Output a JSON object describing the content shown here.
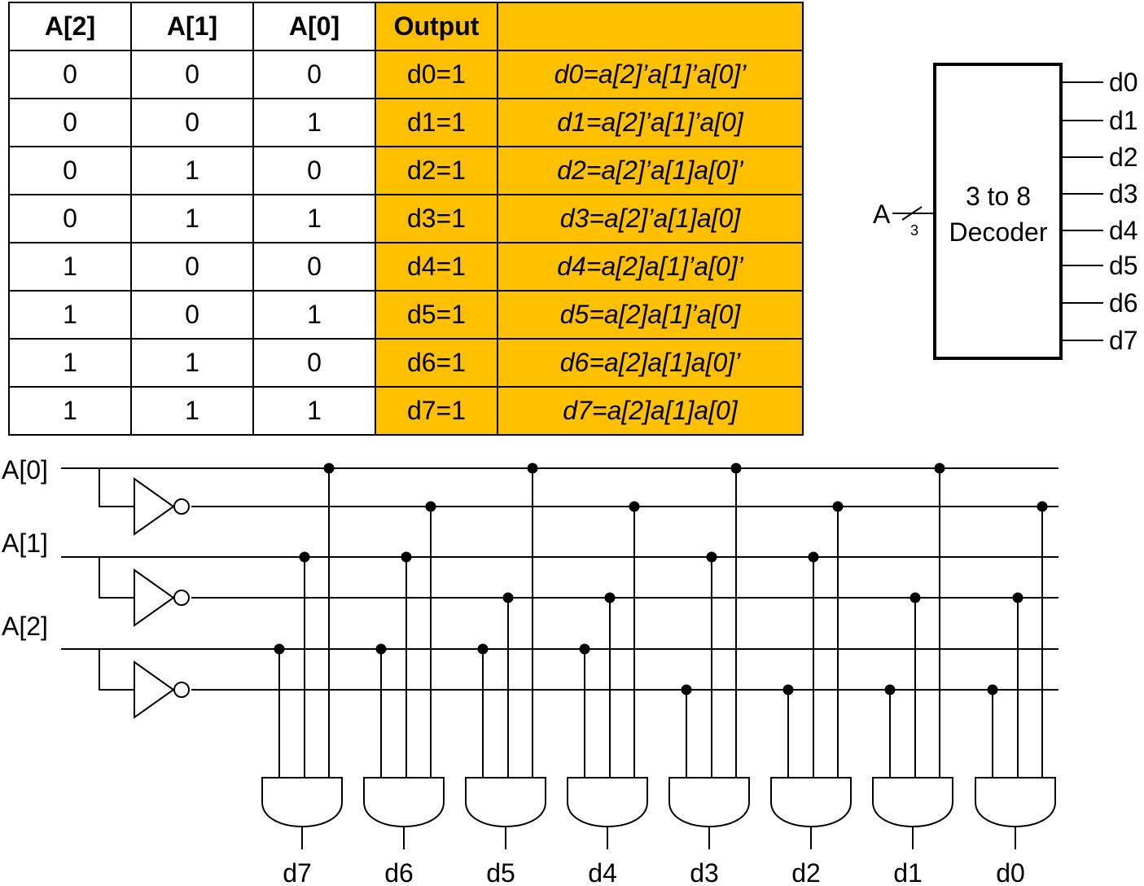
{
  "table": {
    "headers": [
      "A[2]",
      "A[1]",
      "A[0]",
      "Output",
      ""
    ],
    "rows": [
      [
        "0",
        "0",
        "0",
        "d0=1",
        "d0=a[2]’a[1]’a[0]’"
      ],
      [
        "0",
        "0",
        "1",
        "d1=1",
        "d1=a[2]’a[1]’a[0]"
      ],
      [
        "0",
        "1",
        "0",
        "d2=1",
        "d2=a[2]’a[1]a[0]’"
      ],
      [
        "0",
        "1",
        "1",
        "d3=1",
        "d3=a[2]’a[1]a[0]"
      ],
      [
        "1",
        "0",
        "0",
        "d4=1",
        "d4=a[2]a[1]’a[0]’"
      ],
      [
        "1",
        "0",
        "1",
        "d5=1",
        "d5=a[2]a[1]’a[0]"
      ],
      [
        "1",
        "1",
        "0",
        "d6=1",
        "d6=a[2]a[1]a[0]’"
      ],
      [
        "1",
        "1",
        "1",
        "d7=1",
        "d7=a[2]a[1]a[0]"
      ]
    ]
  },
  "decoder_block": {
    "title_line1": "3 to 8",
    "title_line2": "Decoder",
    "input_label": "A",
    "bus_width": "3",
    "outputs": [
      "d0",
      "d1",
      "d2",
      "d3",
      "d4",
      "d5",
      "d6",
      "d7"
    ]
  },
  "circuit": {
    "input_labels": [
      "A[0]",
      "A[1]",
      "A[2]"
    ],
    "gate_outputs": [
      "d7",
      "d6",
      "d5",
      "d4",
      "d3",
      "d2",
      "d1",
      "d0"
    ]
  },
  "colors": {
    "highlight": "#ffc000",
    "line": "#000000"
  }
}
